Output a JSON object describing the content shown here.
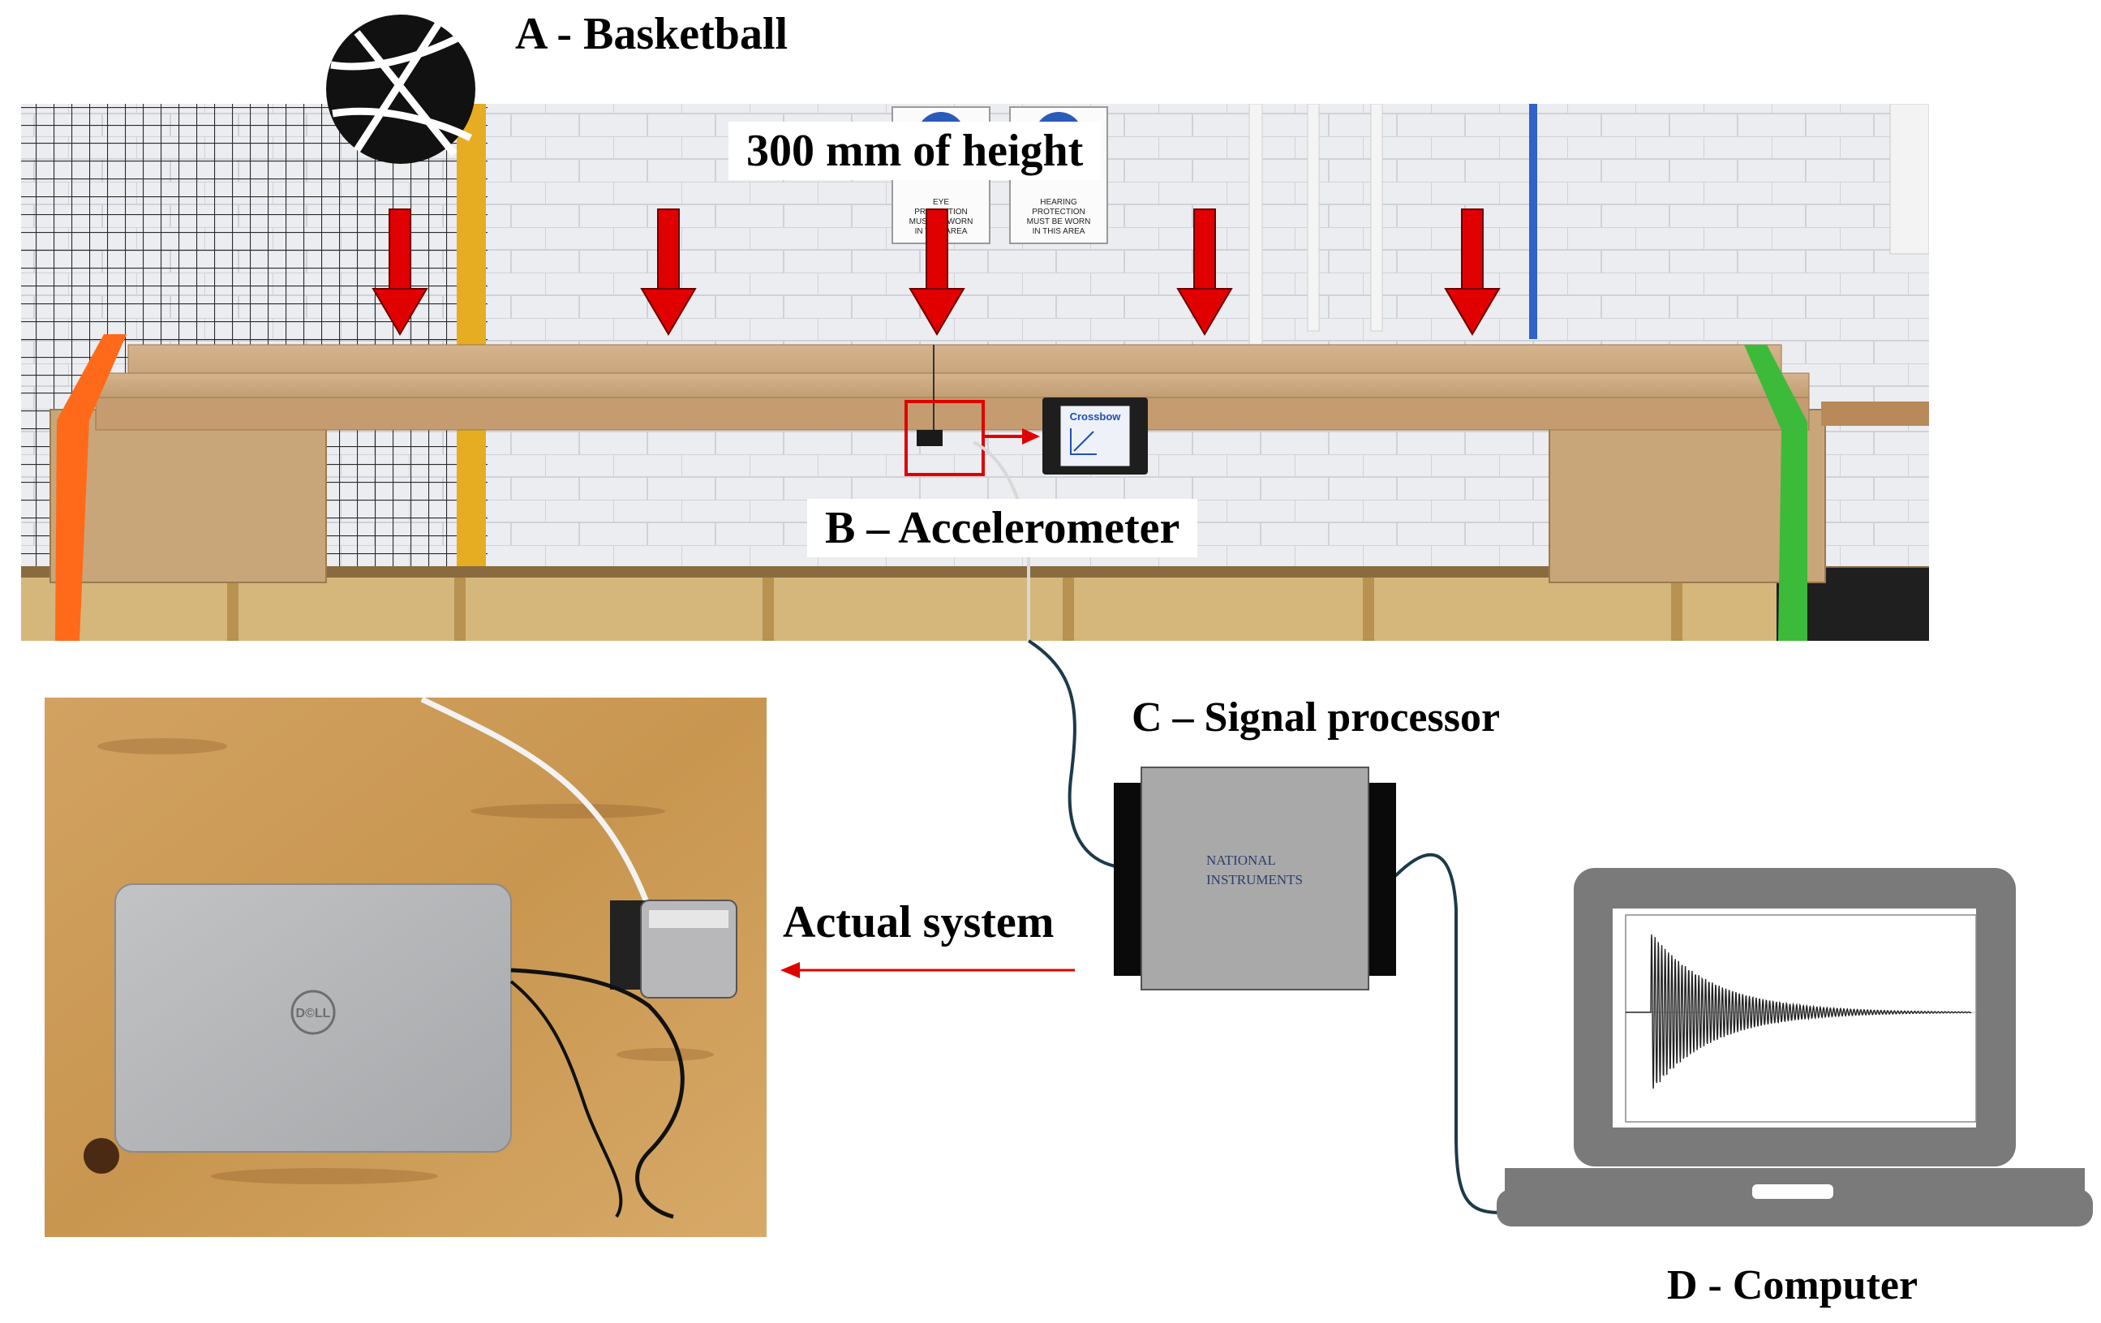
{
  "labels": {
    "basketball": "A - Basketball",
    "drop_height": "300 mm of height",
    "accelerometer": "B – Accelerometer",
    "signal_processor": "C – Signal processor",
    "computer": "D - Computer",
    "actual_system": "Actual system"
  },
  "signs": {
    "left": [
      "EYE",
      "PROTECTION",
      "MUST BE WORN",
      "IN THIS AREA"
    ],
    "right": [
      "HEARING",
      "PROTECTION",
      "MUST BE WORN",
      "IN THIS AREA"
    ]
  },
  "accelerometer_brand": "Crossbow",
  "processor_brand": [
    "NATIONAL",
    "INSTRUMENTS"
  ],
  "laptop_brand": "D©LL",
  "colors": {
    "arrow": "#e00000",
    "strap_left": "#ff6a1a",
    "strap_right": "#3cba3a",
    "cable": "#1c3a4a",
    "device_body": "#a9a9a9",
    "timber": "#c9a57c"
  },
  "icons": [
    "basketball-icon",
    "drop-arrow-icon",
    "signal-processor-icon",
    "laptop-icon"
  ]
}
